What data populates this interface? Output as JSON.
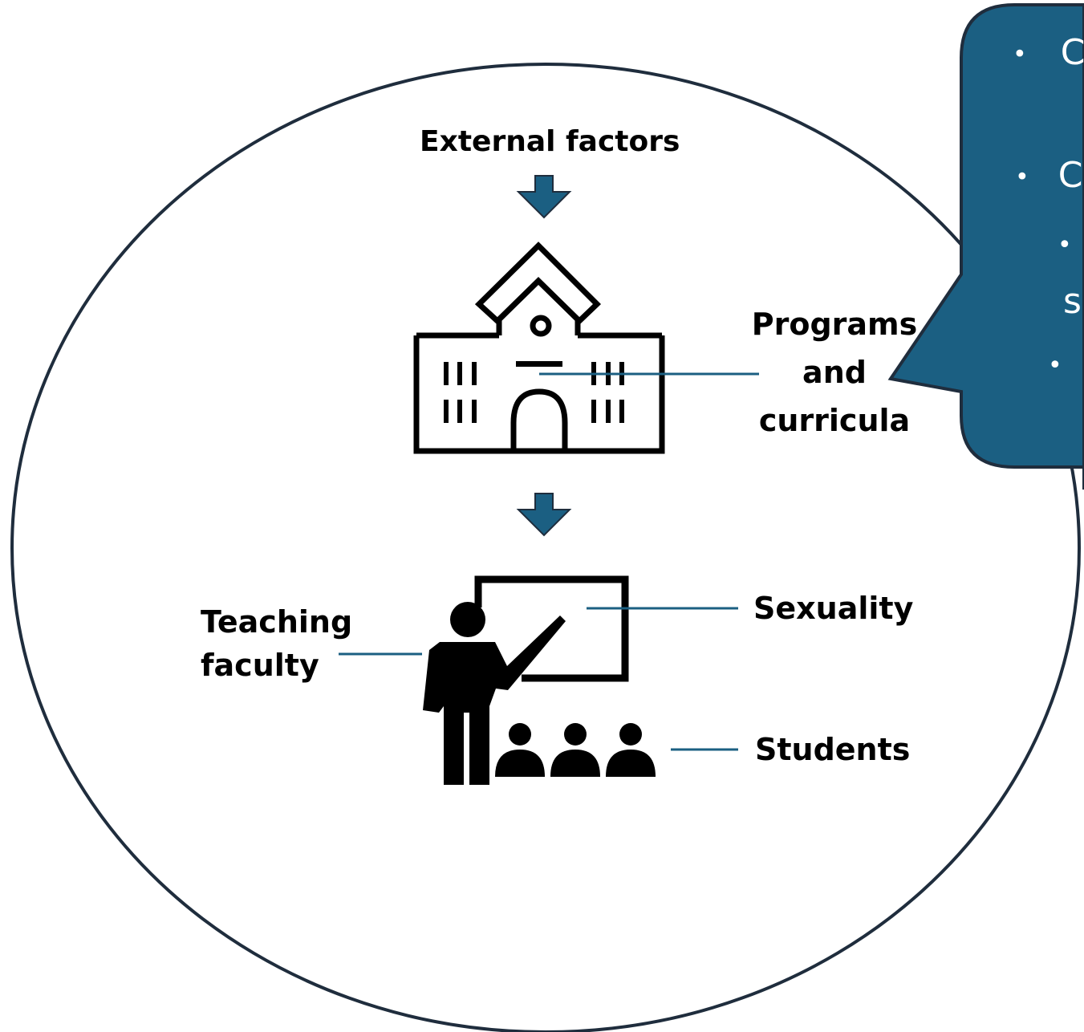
{
  "colors": {
    "accent": "#1b5f82",
    "callout_fill": "#1b5f82",
    "outline": "#000000",
    "callout_text": "#ffffff"
  },
  "labels": {
    "external_factors": "External factors",
    "programs_line1": "Programs",
    "programs_line2": "and",
    "programs_line3": "curricula",
    "teaching_line1": "Teaching",
    "teaching_line2": "faculty",
    "sexuality": "Sexuality",
    "students": "Students"
  },
  "callout": {
    "items": [
      {
        "bullet": "•",
        "text": "C"
      },
      {
        "bullet": "•",
        "text": "C"
      },
      {
        "bullet": "•",
        "text": ""
      },
      {
        "bullet": "",
        "text": "s"
      },
      {
        "bullet": "•",
        "text": ""
      }
    ]
  },
  "icons": [
    "school-building-icon",
    "teacher-presentation-icon",
    "students-group-icon",
    "down-arrow-icon"
  ]
}
